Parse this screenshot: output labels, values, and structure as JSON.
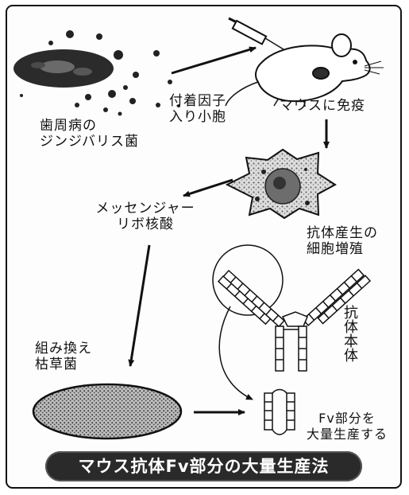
{
  "labels": {
    "gingivalis": [
      "歯周病の",
      "ジンジバリス菌"
    ],
    "vesicle": [
      "付着因子",
      "入り小胞"
    ],
    "immunize": "マウスに免疫",
    "messenger_rna": [
      "メッセンジャー",
      "リボ核酸"
    ],
    "cell_growth": [
      "抗体産生の",
      "細胞増殖"
    ],
    "antibody_body": "抗体本体",
    "recombinant": [
      "組み換え",
      "枯草菌"
    ],
    "fv_mass": [
      "Fv部分を",
      "大量生産する"
    ]
  },
  "title": "マウス抗体Fv部分の大量生産法"
}
